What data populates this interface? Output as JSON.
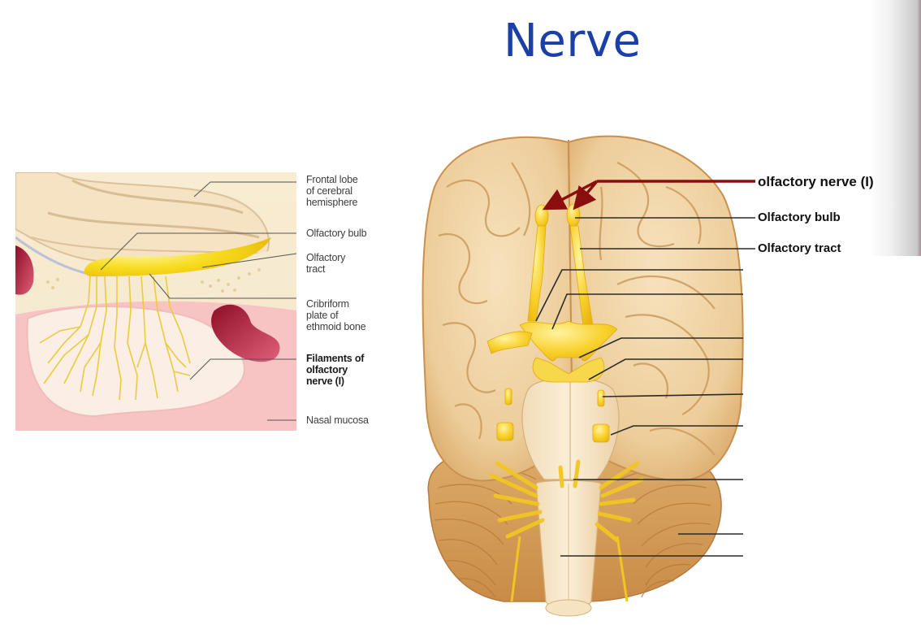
{
  "slide": {
    "title": "Nerve",
    "title_color": "#1b3fa8"
  },
  "left_diagram": {
    "labels": [
      {
        "text": "Frontal lobe\nof cerebral\nhemisphere",
        "bold": false
      },
      {
        "text": "Olfactory bulb",
        "bold": false
      },
      {
        "text": "Olfactory\ntract",
        "bold": false
      },
      {
        "text": "Cribriform\nplate of\nethmoid bone",
        "bold": false
      },
      {
        "text": "Filaments of\nolfactory\nnerve (I)",
        "bold": true
      },
      {
        "text": "Nasal mucosa",
        "bold": false
      }
    ]
  },
  "brain_diagram": {
    "labels": [
      {
        "text": "olfactory nerve (I)",
        "line_color": "#8b0e0e"
      },
      {
        "text": "Olfactory bulb",
        "line_color": "#222222"
      },
      {
        "text": "Olfactory tract",
        "line_color": "#222222"
      }
    ],
    "unlabeled_leader_count": 9
  },
  "colors": {
    "nerve_yellow": "#f5c518",
    "brain_tan": "#e8c48f",
    "brain_dark": "#c9904f",
    "arrow_red": "#8b0e0e",
    "mucosa_pink": "#f7c3c3",
    "sinus_red": "#b01a3a"
  }
}
